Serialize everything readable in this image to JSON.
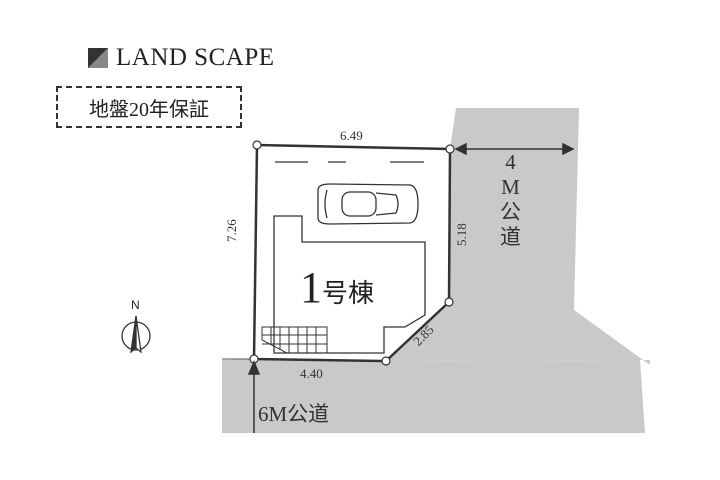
{
  "brand": {
    "name": "LAND SCAPE"
  },
  "badge": {
    "text": "地盤20年保証"
  },
  "plot": {
    "building_label_num": "1",
    "building_label_text": "号棟",
    "dimensions": {
      "top": "6.49",
      "left": "7.26",
      "right": "5.18",
      "bottom": "4.40",
      "corner": "2.85"
    }
  },
  "roads": {
    "east": {
      "width": "4",
      "unit": "M",
      "c1": "公",
      "c2": "道"
    },
    "south": {
      "label": "6M公道"
    }
  },
  "compass": {
    "label": "N"
  },
  "colors": {
    "road": "#c9c9c9",
    "line": "#333333"
  }
}
